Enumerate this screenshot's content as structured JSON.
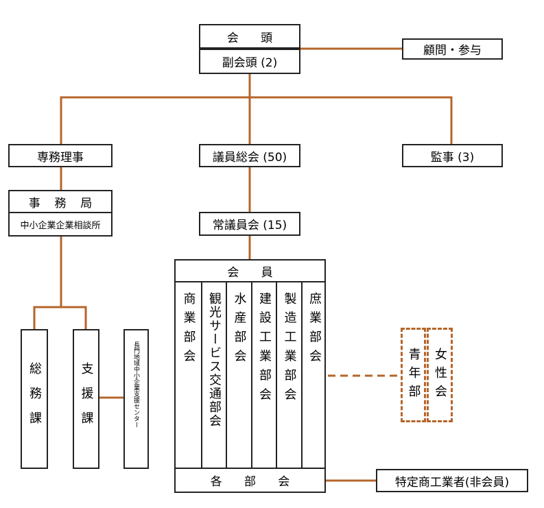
{
  "org": {
    "chairman": "会　頭",
    "vice_chairman": "副会頭 (2)",
    "advisors": "顧問・参与",
    "managing_director": "専務理事",
    "general_assembly": "議員総会 (50)",
    "auditors": "監事 (3)",
    "secretariat": "事 務 局",
    "sme_consultation": "中小企業企業相談所",
    "standing_assembly": "常議員会 (15)",
    "members_title": "会　員",
    "divisions": [
      "商業部会",
      "観光サービス交通部会",
      "水産部会",
      "建設工業部会",
      "製造工業部会",
      "庶業部会"
    ],
    "all_divisions": "各　部　会",
    "youth": "青年部",
    "women": "女性会",
    "general_affairs": "総務課",
    "support": "支援課",
    "support_center": "長門地域中小企業支援センター",
    "special_members": "特定商工業者(非会員)"
  },
  "colors": {
    "connector": "#b5652a",
    "border": "#222222"
  }
}
